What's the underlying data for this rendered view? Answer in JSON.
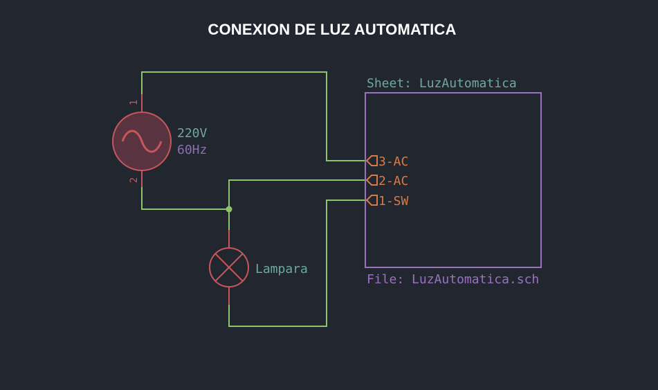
{
  "title": "CONEXION DE LUZ AUTOMATICA",
  "colors": {
    "background": "#22272f",
    "wire": "#8fc46a",
    "symbol": "#c7575d",
    "symbol_fill": "#5a3340",
    "pin": "#d67a47",
    "sheet_border": "#9a72bd",
    "reference": "#6fa8a0",
    "value": "#8c6fb1",
    "title": "#ffffff"
  },
  "source": {
    "reference": "220V",
    "value": "60Hz",
    "pin_top": "1",
    "pin_bottom": "2",
    "icon": "ac-source-icon"
  },
  "lamp": {
    "reference": "Lampara",
    "icon": "lamp-icon"
  },
  "sheet": {
    "name_label": "Sheet: LuzAutomatica",
    "file_label": "File: LuzAutomatica.sch",
    "pins": [
      {
        "label": "3-AC"
      },
      {
        "label": "2-AC"
      },
      {
        "label": "1-SW"
      }
    ]
  }
}
